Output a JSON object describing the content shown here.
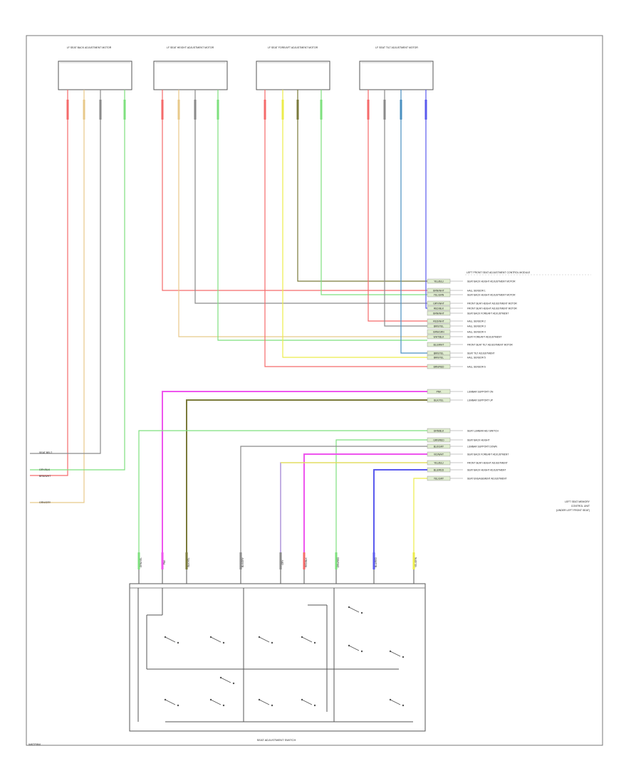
{
  "figure_code": "W8TF8W",
  "connectors": [
    {
      "label": "LF SEAT BACK ADJUSTMENT MOTOR"
    },
    {
      "label": "LF SEAT HEIGHT ADJUSTMENT MOTOR"
    },
    {
      "label": "LF SEAT FORE/AFT ADJUSTMENT MOTOR"
    },
    {
      "label": "LF SEAT TILT ADJUSTMENT MOTOR"
    }
  ],
  "right_module": {
    "title": "LEFT FRONT SEAT ADJUSTMENT CONTROL MODULE",
    "pins": [
      {
        "wire": "YEL/BLU",
        "label": "SEAT BACK HEIGHT ADJUSTMENT MOTOR"
      },
      {
        "wire": "BRN/WHT",
        "label": "HALL SENSOR 1"
      },
      {
        "wire": "YEL/GRN",
        "label": "SEAT BACK HEIGHT ADJUSTMENT MOTOR"
      },
      {
        "wire": "GRY/WHT",
        "label": "FRONT SEAT HEIGHT ADJUSTMENT MOTOR"
      },
      {
        "wire": "RED/BLK",
        "label": "FRONT SEAT HEIGHT ADJUSTMENT MOTOR"
      },
      {
        "wire": "BRN/WHT",
        "label": "SEAT BACK FORE/AFT ADJUSTMENT"
      },
      {
        "wire": "RED/WHT",
        "label": "HALL SENSOR 2"
      },
      {
        "wire": "BRN/YEL",
        "label": "HALL SENSOR 3"
      },
      {
        "wire": "BRN/GRN",
        "label": "HALL SENSOR 4"
      },
      {
        "wire": "WHT/BLK",
        "label": "SEAT FORE/AFT ADJUSTMENT"
      },
      {
        "wire": "BLU/WHT",
        "label": "FRONT SEAT TILT ADJUSTMENT MOTOR"
      },
      {
        "wire": "BRN/YEL",
        "label": "SEAT TILT ADJUSTMENT"
      },
      {
        "wire": "BRN/YEL",
        "label": "HALL SENSOR 5"
      },
      {
        "wire": "BRN/RED",
        "label": "HALL SENSOR 6"
      }
    ],
    "pins2": [
      {
        "wire": "PNK",
        "label": "LUMBAR SUPPORT ON"
      },
      {
        "wire": "BLK/YEL",
        "label": "LUMBAR SUPPORT UP"
      }
    ],
    "pins3": [
      {
        "wire": "GRN/BLK",
        "label": "SEAT LUMBAR ADJ SWITCH"
      },
      {
        "wire": "GRN/RED",
        "label": "SEAT BACK HEIGHT"
      },
      {
        "wire": "BLK/GRY",
        "label": "LUMBAR SUPPORT DOWN"
      },
      {
        "wire": "VIO/WHT",
        "label": "SEAT BACK FORE/AFT ADJUSTMENT"
      },
      {
        "wire": "YEL/BLU",
        "label": "FRONT SEAT HEIGHT ADJUSTMENT"
      },
      {
        "wire": "BLU/RED",
        "label": "SEAT BACK HEIGHT ADJUSTMENT"
      },
      {
        "wire": "YEL/GRY",
        "label": "SEAT ENGAGEMENT ADJUSTMENT"
      }
    ],
    "note_lines": [
      "LEFT SEAT MEMORY",
      "CONTROL UNIT",
      "(UNDER LEFT FRONT SEAT)"
    ]
  },
  "left_pins": [
    {
      "label": "SEAT BELT"
    },
    {
      "label": "GRY/BLK"
    },
    {
      "label": "BRN/WHT"
    },
    {
      "label": "GRN/GRY"
    }
  ],
  "switch_wires": [
    "GRN/YEL",
    "PNK",
    "BLK/YEL",
    "BLK/GRY",
    "GRY",
    "RED/BLK",
    "GRN/RED",
    "BLU/RED",
    "YEL/GRN"
  ],
  "switch_title": "SEAT ADJUSTMENT SWITCH",
  "colors": {
    "red": "#f56a6a",
    "yellow": "#ecec4a",
    "gray": "#8a8a8a",
    "green": "#7ee07e",
    "blue": "#5a5aee",
    "tan": "#e8c98a",
    "magenta": "#ee55ee",
    "olive": "#7a7a3a",
    "violet": "#9a7ad0",
    "frame": "#666666"
  }
}
